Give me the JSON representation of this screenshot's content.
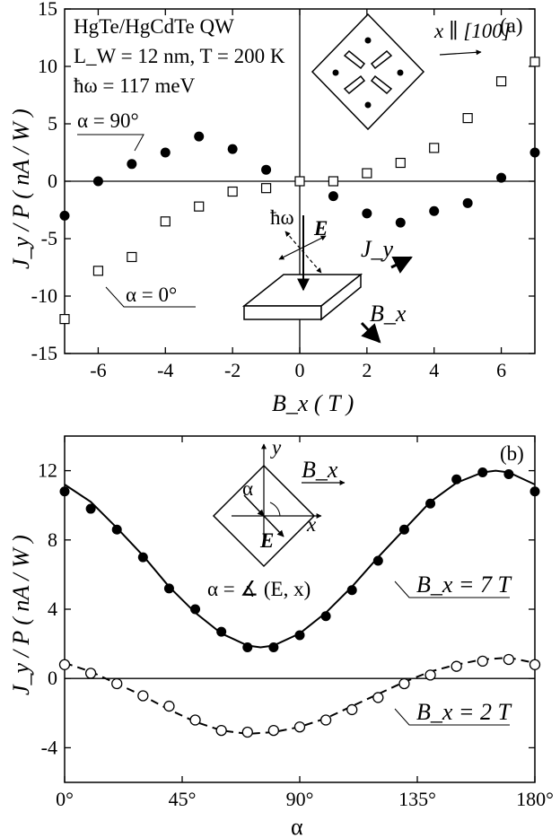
{
  "chart_data": [
    {
      "type": "scatter",
      "panel_label": "(a)",
      "xlabel": "B_x ( T )",
      "ylabel": "J_y / P ( nA / W )",
      "xlim": [
        -7,
        7
      ],
      "ylim": [
        -15,
        15
      ],
      "xticks": [
        -6,
        -4,
        -2,
        0,
        2,
        4,
        6
      ],
      "yticks": [
        -15,
        -10,
        -5,
        0,
        5,
        10,
        15
      ],
      "x_tick_labels": [
        "-6",
        "-4",
        "-2",
        "0",
        "2",
        "4",
        "6"
      ],
      "y_tick_labels": [
        "-15",
        "-10",
        "-5",
        "0",
        "5",
        "10",
        "15"
      ],
      "annotations": {
        "sample": "HgTe/HgCdTe QW",
        "params_line1": "L_W = 12 nm, T = 200 K",
        "params_line2": "ħω = 117 meV",
        "orientation": "x ∥ [100]",
        "inset_hw": "ħω",
        "inset_E": "E",
        "inset_Jy": "J_y",
        "inset_Bx": "B_x"
      },
      "series": [
        {
          "name": "α = 90°",
          "marker": "filled-circle",
          "points": [
            [
              -7,
              -3.0
            ],
            [
              -6,
              0.0
            ],
            [
              -5,
              1.5
            ],
            [
              -4,
              2.5
            ],
            [
              -3,
              3.9
            ],
            [
              -2,
              2.8
            ],
            [
              -1,
              1.0
            ],
            [
              1,
              -1.3
            ],
            [
              2,
              -2.8
            ],
            [
              3,
              -3.6
            ],
            [
              4,
              -2.6
            ],
            [
              5,
              -1.9
            ],
            [
              6,
              0.3
            ],
            [
              7,
              2.5
            ]
          ]
        },
        {
          "name": "α = 0°",
          "marker": "open-square",
          "points": [
            [
              -7,
              -12.0
            ],
            [
              -6,
              -7.8
            ],
            [
              -5,
              -6.6
            ],
            [
              -4,
              -3.5
            ],
            [
              -3,
              -2.2
            ],
            [
              -2,
              -0.9
            ],
            [
              -1,
              -0.6
            ],
            [
              0,
              0.0
            ],
            [
              1,
              0.0
            ],
            [
              2,
              0.7
            ],
            [
              3,
              1.6
            ],
            [
              4,
              2.9
            ],
            [
              5,
              5.5
            ],
            [
              6,
              8.7
            ],
            [
              7,
              10.4
            ]
          ]
        }
      ]
    },
    {
      "type": "scatter",
      "panel_label": "(b)",
      "xlabel": "α",
      "ylabel": "J_y / P ( nA / W )",
      "xlim": [
        0,
        180
      ],
      "ylim": [
        -6,
        14
      ],
      "xticks": [
        0,
        45,
        90,
        135,
        180
      ],
      "yticks": [
        -4,
        0,
        4,
        8,
        12
      ],
      "x_tick_labels": [
        "0°",
        "45°",
        "90°",
        "135°",
        "180°"
      ],
      "y_tick_labels": [
        "-4",
        "0",
        "4",
        "8",
        "12"
      ],
      "annotations": {
        "inset_x": "x",
        "inset_y": "y",
        "inset_alpha": "α",
        "inset_E": "E",
        "inset_Bx": "B_x",
        "definition": "α = ∡ (E, x)"
      },
      "series": [
        {
          "name": "B_x = 7 T",
          "marker": "filled-circle",
          "points": [
            [
              0,
              10.8
            ],
            [
              10,
              9.8
            ],
            [
              20,
              8.6
            ],
            [
              30,
              7.0
            ],
            [
              40,
              5.2
            ],
            [
              50,
              4.0
            ],
            [
              60,
              2.7
            ],
            [
              70,
              1.8
            ],
            [
              80,
              1.8
            ],
            [
              90,
              2.5
            ],
            [
              100,
              3.6
            ],
            [
              110,
              5.1
            ],
            [
              120,
              6.8
            ],
            [
              130,
              8.6
            ],
            [
              140,
              10.1
            ],
            [
              150,
              11.5
            ],
            [
              160,
              11.9
            ],
            [
              170,
              11.8
            ],
            [
              180,
              10.8
            ]
          ],
          "fit": {
            "style": "solid",
            "points": [
              [
                0,
                11.2
              ],
              [
                10,
                10.2
              ],
              [
                20,
                8.7
              ],
              [
                30,
                7.1
              ],
              [
                40,
                5.3
              ],
              [
                50,
                3.8
              ],
              [
                60,
                2.6
              ],
              [
                70,
                1.9
              ],
              [
                75,
                1.8
              ],
              [
                80,
                1.9
              ],
              [
                90,
                2.6
              ],
              [
                100,
                3.8
              ],
              [
                110,
                5.3
              ],
              [
                120,
                7.0
              ],
              [
                130,
                8.6
              ],
              [
                140,
                10.2
              ],
              [
                150,
                11.3
              ],
              [
                160,
                11.9
              ],
              [
                165,
                12.0
              ],
              [
                170,
                11.9
              ],
              [
                180,
                11.2
              ]
            ]
          }
        },
        {
          "name": "B_x = 2 T",
          "marker": "open-circle",
          "points": [
            [
              0,
              0.8
            ],
            [
              10,
              0.3
            ],
            [
              20,
              -0.3
            ],
            [
              30,
              -1.0
            ],
            [
              40,
              -1.6
            ],
            [
              50,
              -2.4
            ],
            [
              60,
              -3.0
            ],
            [
              70,
              -3.1
            ],
            [
              80,
              -3.0
            ],
            [
              90,
              -2.8
            ],
            [
              100,
              -2.4
            ],
            [
              110,
              -1.8
            ],
            [
              120,
              -1.1
            ],
            [
              130,
              -0.3
            ],
            [
              140,
              0.2
            ],
            [
              150,
              0.7
            ],
            [
              160,
              1.0
            ],
            [
              170,
              1.1
            ],
            [
              180,
              0.8
            ]
          ],
          "fit": {
            "style": "dashed",
            "points": [
              [
                0,
                0.9
              ],
              [
                10,
                0.4
              ],
              [
                20,
                -0.3
              ],
              [
                30,
                -1.0
              ],
              [
                40,
                -1.8
              ],
              [
                50,
                -2.5
              ],
              [
                60,
                -3.0
              ],
              [
                70,
                -3.2
              ],
              [
                80,
                -3.1
              ],
              [
                90,
                -2.8
              ],
              [
                100,
                -2.3
              ],
              [
                110,
                -1.6
              ],
              [
                120,
                -0.9
              ],
              [
                130,
                -0.2
              ],
              [
                140,
                0.4
              ],
              [
                150,
                0.8
              ],
              [
                160,
                1.1
              ],
              [
                170,
                1.2
              ],
              [
                180,
                0.9
              ]
            ]
          }
        }
      ]
    }
  ]
}
